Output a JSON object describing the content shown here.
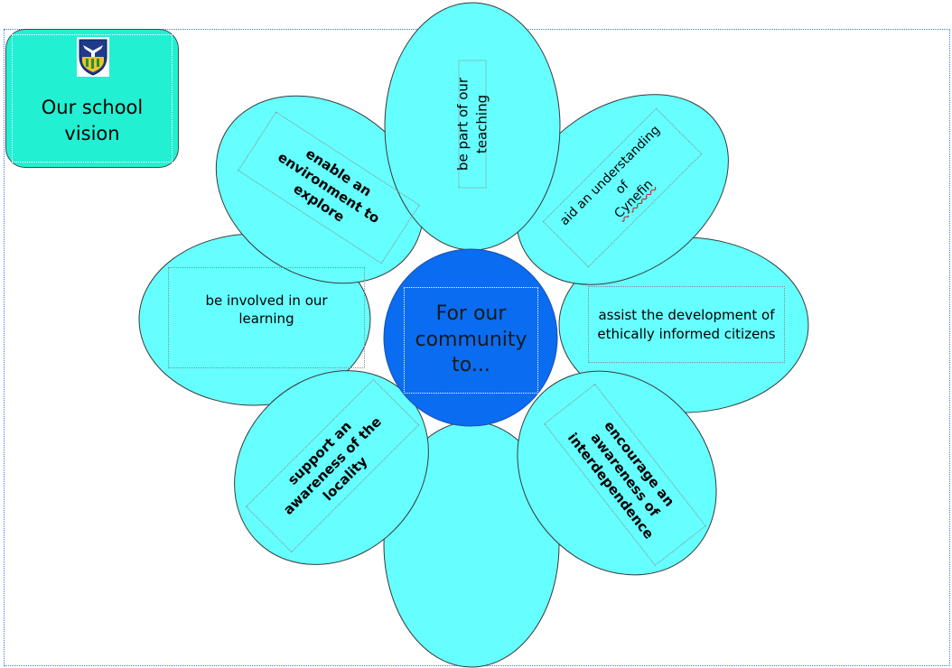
{
  "title": {
    "label": "Our school vision",
    "crest_icon": "school-crest-icon"
  },
  "center": {
    "label": "For our community to..."
  },
  "petals": {
    "top": "be part of our teaching",
    "top_right": "aid an understanding of Cynefin",
    "right": "assist the development of ethically informed citizens",
    "bottom_right": "encourage an awareness of interdependence",
    "bottom": "",
    "bottom_left": "support an awareness of the locality",
    "left": "be  involved in our learning",
    "top_left": "enable an environment to explore"
  },
  "colors": {
    "petal_fill": "#66ffff",
    "petal_stroke": "#3a3a3a",
    "center_fill": "#0a6cf0",
    "title_box": "#22f0d2"
  }
}
